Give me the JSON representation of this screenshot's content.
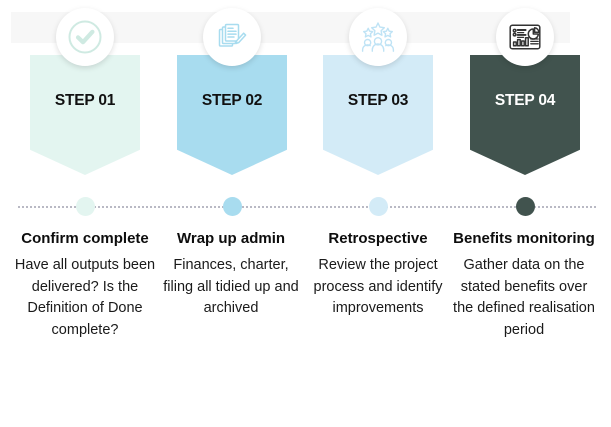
{
  "palette": {
    "step1": "#e3f5f0",
    "step2": "#a8dcef",
    "step3": "#d3ebf7",
    "step4": "#41534e",
    "top_strip": "#f7f7f7",
    "timeline_line": "#b9b9c4",
    "text_dark": "#0d0d0d",
    "text_light": "#ffffff",
    "icon_step1": "#cfeae2",
    "icon_step2": "#a8dcef",
    "icon_step3": "#bfe3f5",
    "icon_step4": "#333333",
    "background": "#ffffff"
  },
  "steps": [
    {
      "badge": "STEP 01",
      "icon": "check-circle-icon",
      "title": "Confirm complete",
      "body": "Have all outputs been delivered? Is the Definition of Done complete?",
      "color": "#e3f5f0",
      "label_on_dark": false
    },
    {
      "badge": "STEP 02",
      "icon": "document-pencil-icon",
      "title": "Wrap up admin",
      "body": "Finances, charter, filing all tidied up and archived",
      "color": "#a8dcef",
      "label_on_dark": false
    },
    {
      "badge": "STEP 03",
      "icon": "people-stars-icon",
      "title": "Retrospective",
      "body": "Review the project process and identify improvements",
      "color": "#d3ebf7",
      "label_on_dark": false
    },
    {
      "badge": "STEP 04",
      "icon": "dashboard-report-icon",
      "title": "Benefits monitoring",
      "body": "Gather data on the stated benefits over the defined realisation period",
      "color": "#41534e",
      "label_on_dark": true
    }
  ]
}
